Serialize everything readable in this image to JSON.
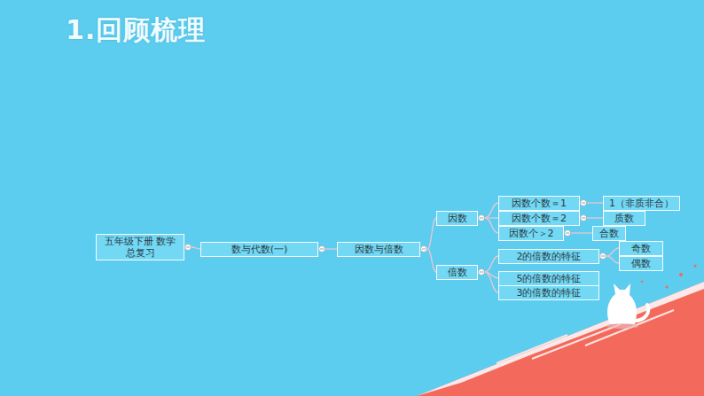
{
  "diagram": {
    "title": "1.回顾梳理",
    "nodes": [
      {
        "text": [
          "五年级下册 数学总复习"
        ]
      },
      {
        "text": [
          "数与代数(一)"
        ]
      },
      {
        "text": [
          "因数与倍数"
        ]
      },
      {
        "text": [
          "因数"
        ]
      },
      {
        "text": [
          "倍数"
        ]
      },
      {
        "text": [
          "因数个数＝1"
        ]
      },
      {
        "text": [
          "因数个数＝2"
        ]
      },
      {
        "text": [
          "因数个＞2"
        ]
      },
      {
        "text": [
          "1（非质非合）"
        ]
      },
      {
        "text": [
          "质数"
        ]
      },
      {
        "text": [
          "合数"
        ]
      },
      {
        "text": [
          "2的倍数的特征"
        ]
      },
      {
        "text": [
          "5的倍数的特征"
        ]
      },
      {
        "text": [
          "3的倍数的特征"
        ]
      },
      {
        "text": [
          "奇数"
        ]
      },
      {
        "text": [
          "偶数"
        ]
      }
    ],
    "edges": [
      {
        "from": 0,
        "to": 1,
        "arrow": "none"
      },
      {
        "from": 1,
        "to": 2,
        "arrow": "none"
      },
      {
        "from": 2,
        "to": 3,
        "arrow": "none"
      },
      {
        "from": 2,
        "to": 4,
        "arrow": "none"
      },
      {
        "from": 3,
        "to": 5,
        "arrow": "none"
      },
      {
        "from": 3,
        "to": 6,
        "arrow": "none"
      },
      {
        "from": 3,
        "to": 7,
        "arrow": "none"
      },
      {
        "from": 5,
        "to": 8,
        "arrow": "none"
      },
      {
        "from": 6,
        "to": 9,
        "arrow": "none"
      },
      {
        "from": 7,
        "to": 10,
        "arrow": "none"
      },
      {
        "from": 4,
        "to": 11,
        "arrow": "none"
      },
      {
        "from": 4,
        "to": 12,
        "arrow": "none"
      },
      {
        "from": 4,
        "to": 13,
        "arrow": "none"
      },
      {
        "from": 11,
        "to": 14,
        "arrow": "none"
      },
      {
        "from": 11,
        "to": 15,
        "arrow": "none"
      }
    ]
  }
}
